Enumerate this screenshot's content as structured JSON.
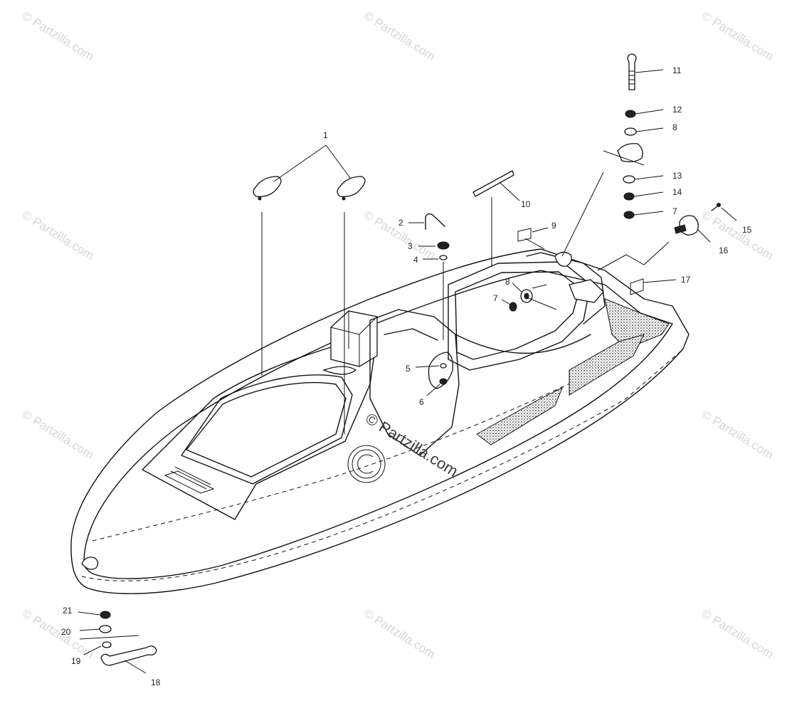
{
  "callouts": [
    "1",
    "2",
    "3",
    "4",
    "5",
    "6",
    "7",
    "8",
    "9",
    "10",
    "11",
    "12",
    "8",
    "13",
    "14",
    "7",
    "15",
    "16",
    "17",
    "18",
    "19",
    "20",
    "21"
  ],
  "watermark": {
    "tile_text": "© Partzilla.com",
    "center_text": "© Partzilla.com"
  },
  "colors": {
    "line": "#111111",
    "watermark": "#d6d6d6",
    "background": "#ffffff"
  }
}
